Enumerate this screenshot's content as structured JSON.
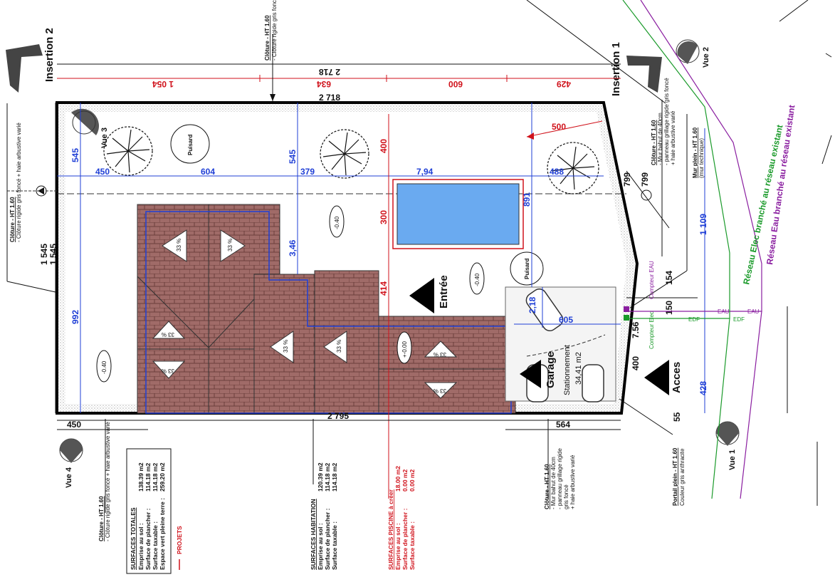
{
  "plan": {
    "dims": {
      "top_overall": "2 718",
      "top_red_total": "1 054",
      "top_red_1": "634",
      "top_red_2": "600",
      "top_red_3": "429",
      "top_inner": "2 718",
      "bottom_total": "2 795",
      "bottom_left": "450",
      "bottom_right": "564",
      "left_1": "1 545",
      "left_2": "1 545",
      "right_1109": "1 109",
      "right_799": "799",
      "right_154": "154",
      "right_150": "150",
      "right_756": "7.56",
      "right_400": "400",
      "right_55": "55",
      "right_428": "428",
      "red_500": "500",
      "red_400": "400",
      "red_300": "300",
      "red_414": "414",
      "blue_450": "450",
      "blue_604": "604",
      "blue_379": "379",
      "blue_794": "7,94",
      "blue_488": "488",
      "blue_545a": "545",
      "blue_545b": "545",
      "blue_891": "891",
      "blue_346": "3,46",
      "blue_992": "992",
      "blue_218": "2,18",
      "blue_605": "605"
    },
    "labels": {
      "insertion_2": "Insertion 2",
      "insertion_1": "Insertion 1",
      "vue_1": "Vue 1",
      "vue_2": "Vue 2",
      "vue_3": "Vue 3",
      "vue_4": "Vue 4",
      "puisard_1": "Puisard",
      "puisard_2": "Puisard",
      "entree": "Entrée",
      "acces": "Acces",
      "garage": "Garage",
      "stationnement": "Stationnement",
      "stationnement_area": "34,41 m2",
      "level_1": "-0.40",
      "level_2": "-0.40",
      "level_3": "-0.40",
      "level_4": "+-0.00",
      "slope": "33 %",
      "compteur_eau": "Compteur EAU",
      "compteur_elec": "Compteur Elec",
      "reseau_elec": "Réseau Elec branché au réseau existant",
      "reseau_eau": "Réseau Eau branché au réseau existant",
      "eau_tag": "EAU",
      "edf_tag": "EDF"
    },
    "notes": {
      "cloture_top_title": "Clôture - HT 1.60",
      "cloture_top_body": "- Clôture rigide gris foncé + haie arbustive varié",
      "cloture_left_title": "Clôture - HT 1.60",
      "cloture_left_body": "- Clôture rigide gris foncé + haie arbustive varié",
      "cloture_bl_title": "Clôture - HT 1.60",
      "cloture_bl_body": "- Clôture rigide gris foncé + haie arbustive varié",
      "cloture_right_title": "Clôture - HT 1.60",
      "cloture_right_1": "- Mur bahut de 40cm",
      "cloture_right_2": "- panneau grillage rigide gris foncé",
      "cloture_right_3": "+ haie arbustive varié",
      "mur_plein_title": "Mur plein - HT 1.60",
      "mur_plein_body": "(mur technique)",
      "cloture_br_title": "Clôture - HT 1.60",
      "cloture_br_1": "- Mur bahut de 40cm",
      "cloture_br_2": "- panneau grillage rigide",
      "cloture_br_3": "gris foncé",
      "cloture_br_4": "+ haie arbustive varié",
      "portail_title": "Portail plein - HT 1.60",
      "portail_body": "Couleur gris anthracite"
    },
    "tables": {
      "totales": {
        "title": "SURFACES TOTALES",
        "rows": [
          {
            "label": "Emprise au sol :",
            "value": "138.39 m2"
          },
          {
            "label": "Surface de plancher :",
            "value": "114.18 m2"
          },
          {
            "label": "Surface taxable :",
            "value": "114.18 m2"
          },
          {
            "label": "Espace vert pleine terre :",
            "value": "259.20 m2"
          }
        ],
        "legend": "PROJETS"
      },
      "habitation": {
        "title": "SURFACES HABITATION",
        "rows": [
          {
            "label": "Emprise au sol :",
            "value": "120.39 m2"
          },
          {
            "label": "Surface de plancher :",
            "value": "114.18 m2"
          },
          {
            "label": "Surface taxable :",
            "value": "114.18 m2"
          }
        ]
      },
      "piscine": {
        "title": "SURFACES PISCINE à créer",
        "rows": [
          {
            "label": "Emprise au sol :",
            "value": "18.00 m2"
          },
          {
            "label": "Surface de plancher :",
            "value": "0.00 m2"
          },
          {
            "label": "Surface taxable :",
            "value": "0.00 m2"
          }
        ]
      }
    }
  },
  "colors": {
    "roof": "#a06b68",
    "pool": "#6aaaf0",
    "blue_dim": "#1f3fd6",
    "red_dim": "#d0121b",
    "elec": "#1a9a2a",
    "eau": "#8a1ea0"
  }
}
